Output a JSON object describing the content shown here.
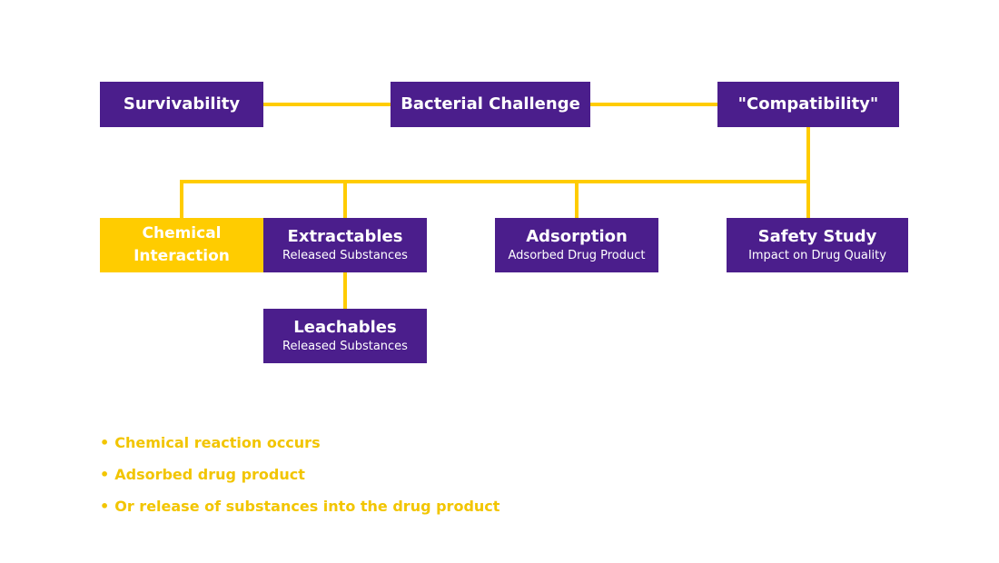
{
  "colors": {
    "node_fill": "#4b1e8c",
    "node_text": "#ffffff",
    "accent": "#ffcc00",
    "connector": "#ffcc00",
    "bullet_text": "#f2c500"
  },
  "nodes": {
    "survivability": {
      "label": "Survivability"
    },
    "bacterial_challenge": {
      "label": "Bacterial Challenge"
    },
    "compatibility": {
      "label": "\"Compatibility\""
    },
    "chemical_interaction": {
      "label": "Chemical Interaction"
    },
    "extractables": {
      "label": "Extractables",
      "sub": "Released Substances"
    },
    "adsorption": {
      "label": "Adsorption",
      "sub": "Adsorbed Drug Product"
    },
    "safety_study": {
      "label": "Safety Study",
      "sub": "Impact on Drug Quality"
    },
    "leachables": {
      "label": "Leachables",
      "sub": "Released Substances"
    }
  },
  "bullets": [
    "Chemical reaction occurs",
    "Adsorbed drug product",
    "Or release of substances into the drug product"
  ]
}
